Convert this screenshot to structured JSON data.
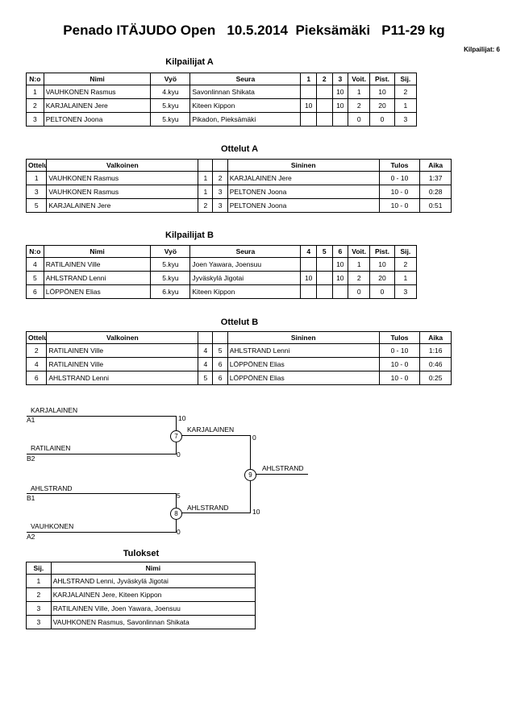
{
  "title": "Penado ITÄJUDO Open   10.5.2014  Pieksämäki   P11-29 kg",
  "count_label": "Kilpailijat: 6",
  "pool_a": {
    "heading": "Kilpailijat A",
    "headers": [
      "N:o",
      "Nimi",
      "Vyö",
      "Seura",
      "1",
      "2",
      "3",
      "Voit.",
      "Pist.",
      "Sij."
    ],
    "rows": [
      [
        "1",
        "VAUHKONEN Rasmus",
        "4.kyu",
        "Savonlinnan Shikata",
        "",
        "",
        "10",
        "1",
        "10",
        "2"
      ],
      [
        "2",
        "KARJALAINEN Jere",
        "5.kyu",
        "Kiteen Kippon",
        "10",
        "",
        "10",
        "2",
        "20",
        "1"
      ],
      [
        "3",
        "PELTONEN Joona",
        "5.kyu",
        "Pikadon, Pieksämäki",
        "",
        "",
        "",
        "0",
        "0",
        "3"
      ]
    ]
  },
  "matches_a": {
    "heading": "Ottelut A",
    "headers": [
      "Ottelu",
      "Valkoinen",
      "",
      "",
      "Sininen",
      "Tulos",
      "Aika"
    ],
    "rows": [
      [
        "1",
        "VAUHKONEN Rasmus",
        "1",
        "2",
        "KARJALAINEN Jere",
        "0 - 10",
        "1:37"
      ],
      [
        "3",
        "VAUHKONEN Rasmus",
        "1",
        "3",
        "PELTONEN Joona",
        "10 - 0",
        "0:28"
      ],
      [
        "5",
        "KARJALAINEN Jere",
        "2",
        "3",
        "PELTONEN Joona",
        "10 - 0",
        "0:51"
      ]
    ]
  },
  "pool_b": {
    "heading": "Kilpailijat B",
    "headers": [
      "N:o",
      "Nimi",
      "Vyö",
      "Seura",
      "4",
      "5",
      "6",
      "Voit.",
      "Pist.",
      "Sij."
    ],
    "rows": [
      [
        "4",
        "RATILAINEN Ville",
        "5.kyu",
        "Joen Yawara, Joensuu",
        "",
        "",
        "10",
        "1",
        "10",
        "2"
      ],
      [
        "5",
        "AHLSTRAND Lenni",
        "5.kyu",
        "Jyväskylä Jigotai",
        "10",
        "",
        "10",
        "2",
        "20",
        "1"
      ],
      [
        "6",
        "LÖPPÖNEN Elias",
        "6.kyu",
        "Kiteen Kippon",
        "",
        "",
        "",
        "0",
        "0",
        "3"
      ]
    ]
  },
  "matches_b": {
    "heading": "Ottelut B",
    "headers": [
      "Ottelu",
      "Valkoinen",
      "",
      "",
      "Sininen",
      "Tulos",
      "Aika"
    ],
    "rows": [
      [
        "2",
        "RATILAINEN Ville",
        "4",
        "5",
        "AHLSTRAND Lenni",
        "0 - 10",
        "1:16"
      ],
      [
        "4",
        "RATILAINEN Ville",
        "4",
        "6",
        "LÖPPÖNEN Elias",
        "10 - 0",
        "0:46"
      ],
      [
        "6",
        "AHLSTRAND Lenni",
        "5",
        "6",
        "LÖPPÖNEN Elias",
        "10 - 0",
        "0:25"
      ]
    ]
  },
  "bracket": {
    "a1_name": "KARJALAINEN",
    "a1_seed": "A1",
    "a1_score": "10",
    "b2_name": "RATILAINEN",
    "b2_seed": "B2",
    "b2_score": "0",
    "m7": "7",
    "m7_winner": "KARJALAINEN",
    "m7_score": "0",
    "b1_name": "AHLSTRAND",
    "b1_seed": "B1",
    "b1_score": "5",
    "a2_name": "VAUHKONEN",
    "a2_seed": "A2",
    "a2_score": "0",
    "m8": "8",
    "m8_winner": "AHLSTRAND",
    "m8_score": "10",
    "m9": "9",
    "final_winner": "AHLSTRAND"
  },
  "results": {
    "heading": "Tulokset",
    "headers": [
      "Sij.",
      "Nimi"
    ],
    "rows": [
      [
        "1",
        "AHLSTRAND Lenni, Jyväskylä Jigotai"
      ],
      [
        "2",
        "KARJALAINEN Jere, Kiteen Kippon"
      ],
      [
        "3",
        "RATILAINEN Ville, Joen Yawara, Joensuu"
      ],
      [
        "3",
        "VAUHKONEN Rasmus, Savonlinnan Shikata"
      ]
    ]
  }
}
